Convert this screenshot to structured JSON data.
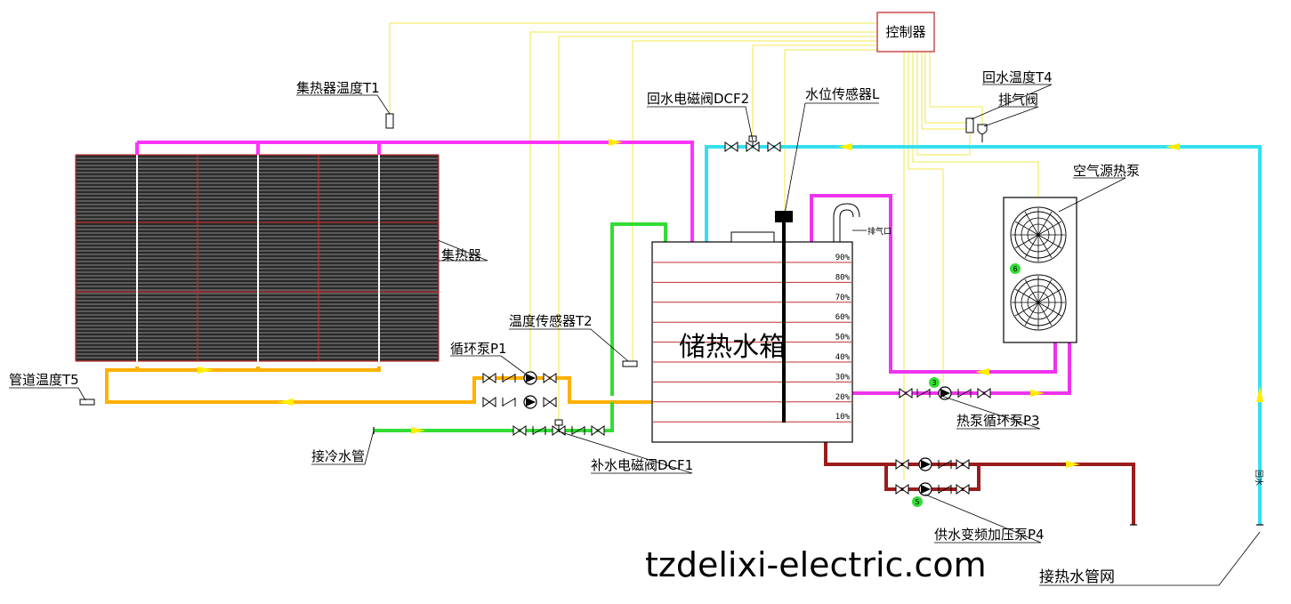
{
  "labels": {
    "controller": "控制器",
    "collector_temp_t1": "集热器温度T1",
    "return_valve_dcf2": "回水电磁阀DCF2",
    "level_sensor_l": "水位传感器L",
    "return_temp_t4": "回水温度T4",
    "vent_valve": "排气阀",
    "air_source_heat_pump": "空气源热泵",
    "collector": "集热器",
    "temp_sensor_t2": "温度传感器T2",
    "circulation_pump_p1": "循环泵P1",
    "pipe_temp_t5": "管道温度T5",
    "cold_water_inlet": "接冷水管",
    "makeup_valve_dcf1": "补水电磁阀DCF1",
    "tank_title": "储热水箱",
    "vent_port": "排气口",
    "heat_pump_circ_p3": "热泵循环泵P3",
    "supply_pump_p4": "供水变频加压泵P4",
    "hot_water_network": "接热水管网",
    "return_pipe_tag": "回水",
    "watermark": "tzdelixi-electric.com"
  },
  "tank_levels": [
    "90%",
    "80%",
    "70%",
    "60%",
    "50%",
    "40%",
    "30%",
    "20%",
    "10%"
  ],
  "markers": [
    "6",
    "3",
    "5"
  ],
  "colors": {
    "collector_loop": "#ff33ff",
    "return_loop": "#33e0f0",
    "solar_circuit": "#ffb000",
    "cold_water": "#33dd33",
    "heat_pump_loop": "#ee33ee",
    "hot_supply": "#9b1c1c",
    "signal": "#f2ee70",
    "grid": "#c03030",
    "flow_arrow": "#ffee00"
  }
}
